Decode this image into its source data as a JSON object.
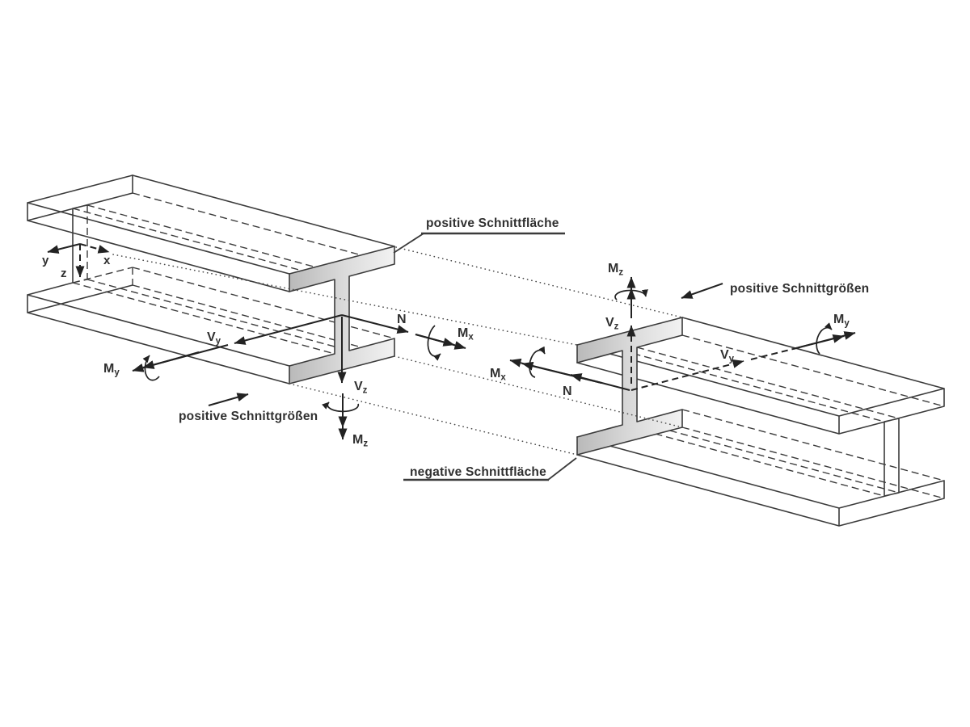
{
  "diagram": {
    "annotations": {
      "positive_face": "positive Schnittfläche",
      "negative_face": "negative Schnittfläche",
      "positive_forces_left": "positive Schnittgrößen",
      "positive_forces_right": "positive Schnittgrößen"
    },
    "axes": {
      "x": "x",
      "y": "y",
      "z": "z"
    },
    "forces": {
      "left": {
        "N": {
          "main": "N",
          "sub": ""
        },
        "Vy": {
          "main": "V",
          "sub": "y"
        },
        "Vz": {
          "main": "V",
          "sub": "z"
        },
        "Mx": {
          "main": "M",
          "sub": "x"
        },
        "My": {
          "main": "M",
          "sub": "y"
        },
        "Mz": {
          "main": "M",
          "sub": "z"
        }
      },
      "right": {
        "N": {
          "main": "N",
          "sub": ""
        },
        "Vy": {
          "main": "V",
          "sub": "y"
        },
        "Vz": {
          "main": "V",
          "sub": "z"
        },
        "Mx": {
          "main": "M",
          "sub": "x"
        },
        "My": {
          "main": "M",
          "sub": "y"
        },
        "Mz": {
          "main": "M",
          "sub": "z"
        }
      }
    },
    "colors": {
      "line": "#3b3b3b",
      "cut_face_dark": "#b9b9b9",
      "cut_face_light": "#f2f2f2",
      "background": "#ffffff"
    }
  }
}
